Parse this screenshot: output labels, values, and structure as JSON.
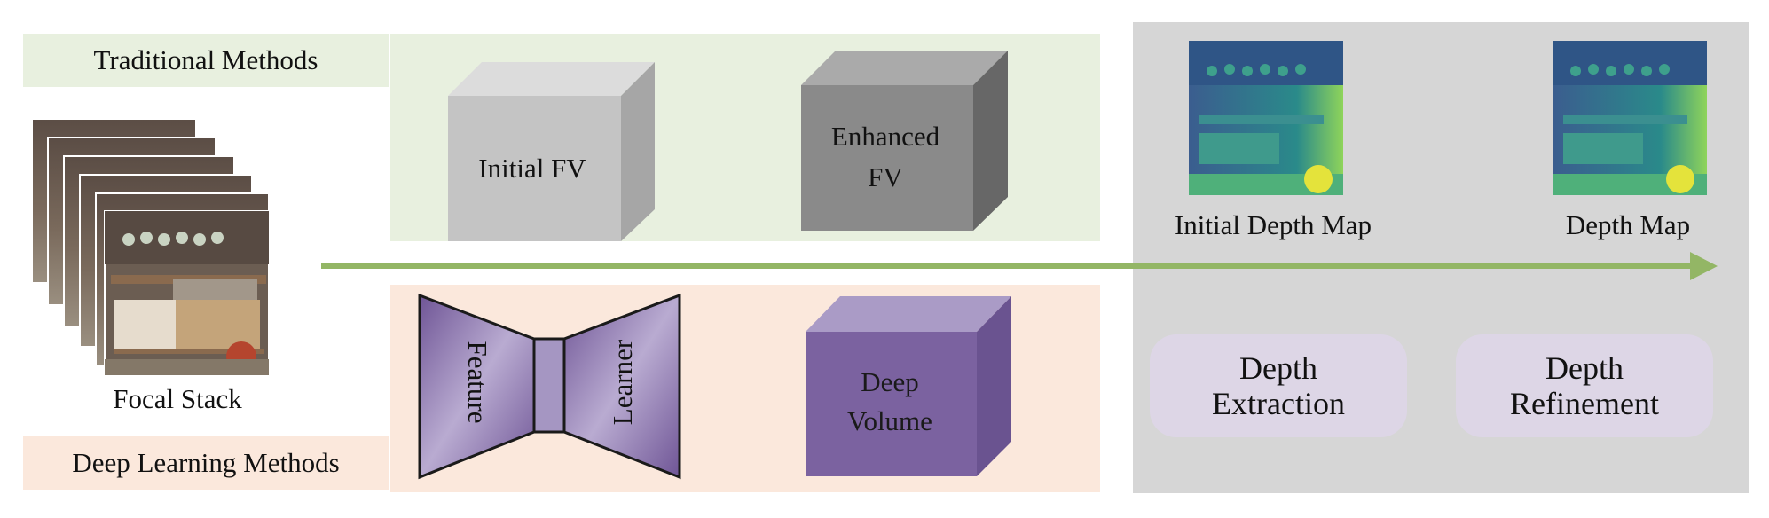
{
  "labels": {
    "traditional": "Traditional Methods",
    "deep_learning": "Deep Learning Methods"
  },
  "captions": {
    "focal_stack": "Focal Stack",
    "initial_depth_map": "Initial Depth Map",
    "depth_map": "Depth Map"
  },
  "blocks": {
    "initial_fv": "Initial FV",
    "enhanced_fv_line1": "Enhanced",
    "enhanced_fv_line2": "FV",
    "feature": "Feature",
    "learner": "Learner",
    "deep_volume_line1": "Deep",
    "deep_volume_line2": "Volume"
  },
  "modules": {
    "depth_extraction_line1": "Depth",
    "depth_extraction_line2": "Extraction",
    "depth_refinement_line1": "Depth",
    "depth_refinement_line2": "Refinement"
  },
  "colors": {
    "traditional_bg": "#e8f0df",
    "deep_bg": "#fbe8dc",
    "right_panel_bg": "#d6d6d6",
    "arrow": "#93b665",
    "purple": "#7b62a0",
    "pill": "#ddd6e6"
  }
}
